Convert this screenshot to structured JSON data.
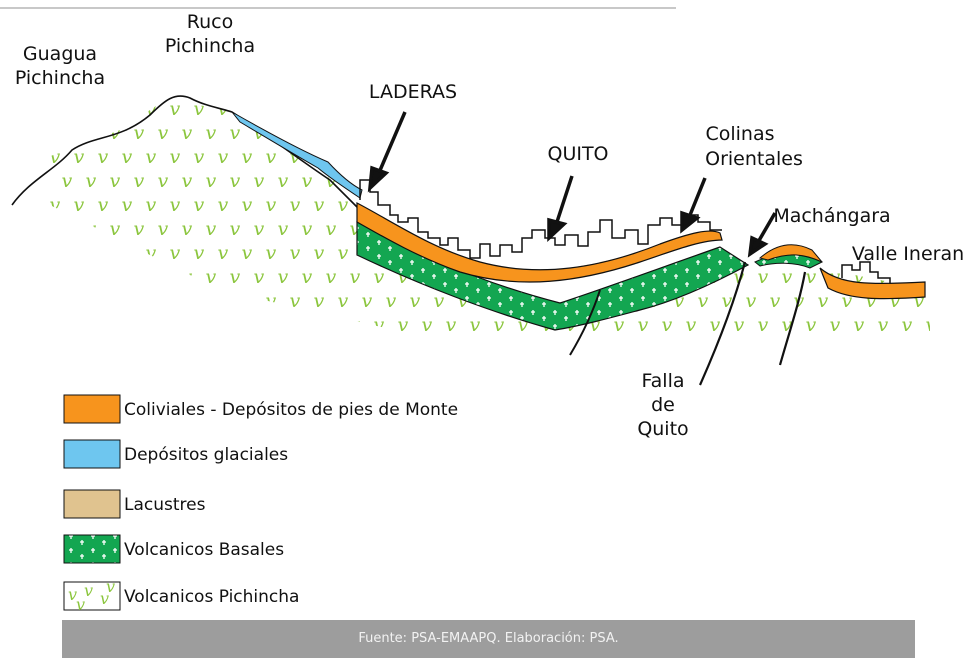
{
  "labels": {
    "guagua_line1": "Guagua",
    "guagua_line2": "Pichincha",
    "ruco_line1": "Ruco",
    "ruco_line2": "Pichincha",
    "laderas": "LADERAS",
    "quito": "QUITO",
    "colinas_line1": "Colinas",
    "colinas_line2": "Orientales",
    "machangara": "Machángara",
    "valle": "Valle Ineran",
    "falla_line1": "Falla",
    "falla_line2": "de",
    "falla_line3": "Quito"
  },
  "legend": [
    {
      "label": "Coliviales - Depósitos de pies de Monte",
      "color": "#f7941d"
    },
    {
      "label": "Depósitos glaciales",
      "color": "#6ec6ef"
    },
    {
      "label": "Lacustres",
      "color": "#e0c38f"
    },
    {
      "label": "Volcanicos Basales",
      "color": "#13a651"
    },
    {
      "label": "Volcanicos Pichincha",
      "color": "#8cc63f"
    }
  ],
  "footer": "Fuente: PSA-EMAAPQ. Elaboración: PSA.",
  "glyphs": {
    "v": "v",
    "cross": "+"
  }
}
